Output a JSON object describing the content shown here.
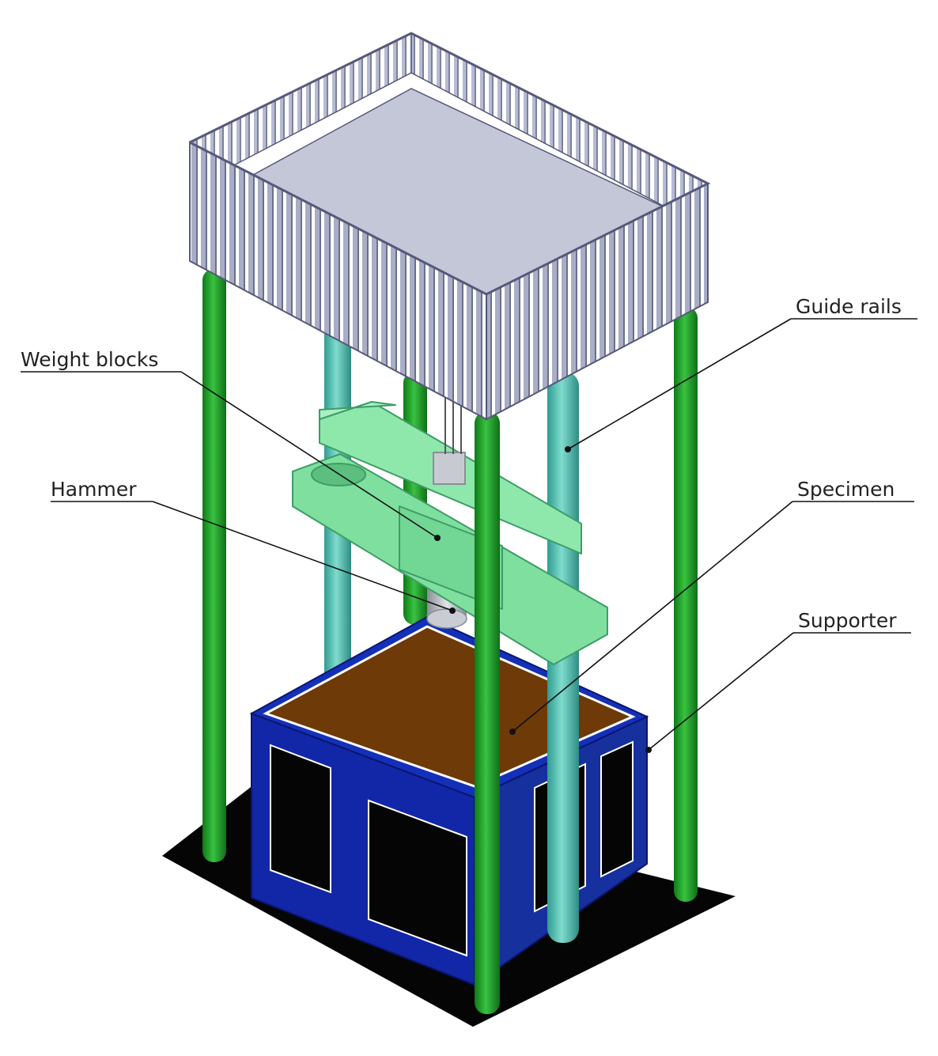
{
  "labels": {
    "guide_rails": "Guide rails",
    "weight_blocks": "Weight blocks",
    "hammer": "Hammer",
    "specimen": "Specimen",
    "supporter": "Supporter"
  },
  "colors": {
    "base_plate": "#050505",
    "green_column": "#1faa2a",
    "guide_rail": "#5fc9bb",
    "weight_block": "#86e3a6",
    "hammer": "#b8bcc4",
    "specimen": "#6e3a08",
    "supporter": "#1226a8",
    "cage_bars": "#a9adc6",
    "cage_floor": "#c4c7d8"
  }
}
